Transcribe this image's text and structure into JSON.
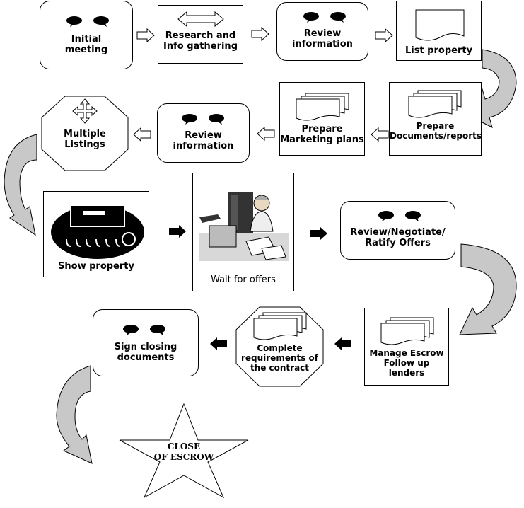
{
  "steps": [
    {
      "id": "initial_meeting",
      "label_lines": [
        "Initial",
        "meeting"
      ]
    },
    {
      "id": "research",
      "label_lines": [
        "Research and",
        "Info gathering"
      ]
    },
    {
      "id": "review_info_1",
      "label_lines": [
        "Review",
        "information"
      ]
    },
    {
      "id": "list_property",
      "label_lines": [
        "List property"
      ]
    },
    {
      "id": "prepare_documents",
      "label_lines": [
        "Prepare",
        "Documents/reports"
      ]
    },
    {
      "id": "prepare_marketing",
      "label_lines": [
        "Prepare",
        "Marketing plans"
      ]
    },
    {
      "id": "review_info_2",
      "label_lines": [
        "Review",
        "information"
      ]
    },
    {
      "id": "multiple_listings",
      "label_lines": [
        "Multiple",
        "Listings"
      ]
    },
    {
      "id": "show_property",
      "label_lines": [
        "Show property"
      ]
    },
    {
      "id": "wait_offers",
      "label_lines": [
        "Wait for offers"
      ]
    },
    {
      "id": "review_negotiate",
      "label_lines": [
        "Review/Negotiate/",
        "Ratify Offers"
      ]
    },
    {
      "id": "manage_escrow",
      "label_lines": [
        "Manage Escrow",
        "Follow up",
        "lenders"
      ]
    },
    {
      "id": "complete_requirements",
      "label_lines": [
        "Complete",
        "requirements of",
        "the contract"
      ]
    },
    {
      "id": "sign_closing",
      "label_lines": [
        "Sign closing",
        "documents"
      ]
    },
    {
      "id": "close_escrow",
      "label_lines": [
        "CLOSE",
        "OF ESCROW"
      ]
    }
  ],
  "icons": {
    "speech_bubbles": "speech-bubbles-icon",
    "double_arrow": "double-arrow-icon",
    "document": "document-icon",
    "stacked_documents": "stacked-documents-icon",
    "four_way_arrows": "four-way-arrows-icon",
    "tractor": "tractor-icon",
    "office_worker": "office-worker-icon"
  },
  "colors": {
    "line": "#000000",
    "curved_arrow_fill": "#c8c8c8",
    "node_fill": "#ffffff"
  }
}
